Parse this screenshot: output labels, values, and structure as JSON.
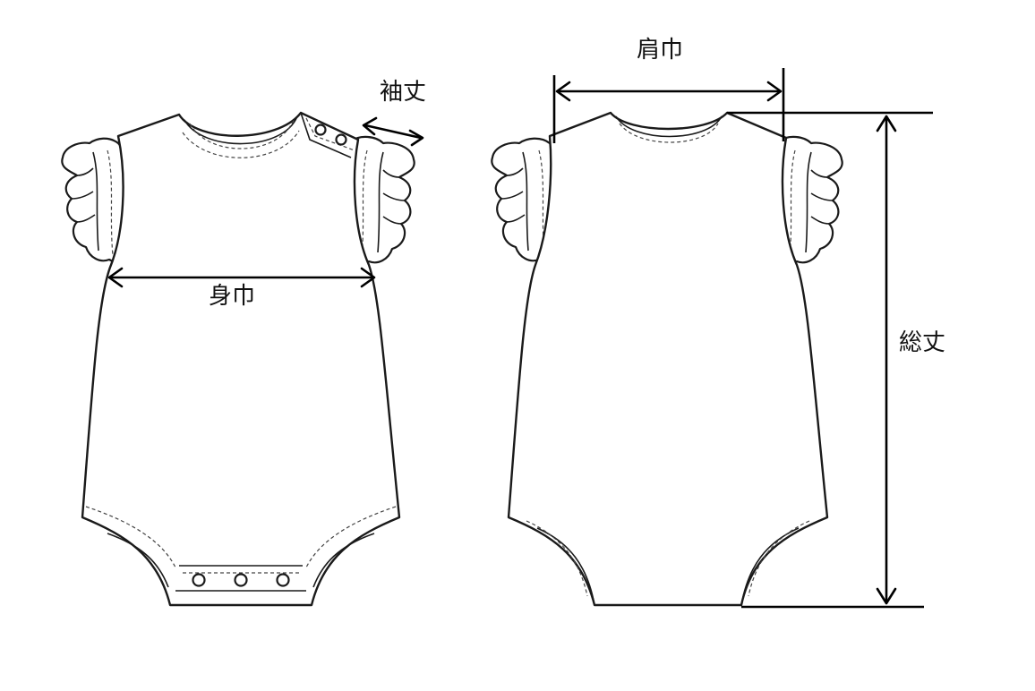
{
  "labels": {
    "sleeve_length": "袖丈",
    "body_width": "身巾",
    "shoulder_width": "肩巾",
    "total_length": "総丈"
  },
  "colors": {
    "line": "#1a1a1a",
    "fill": "#ffffff",
    "background": "#ffffff"
  }
}
